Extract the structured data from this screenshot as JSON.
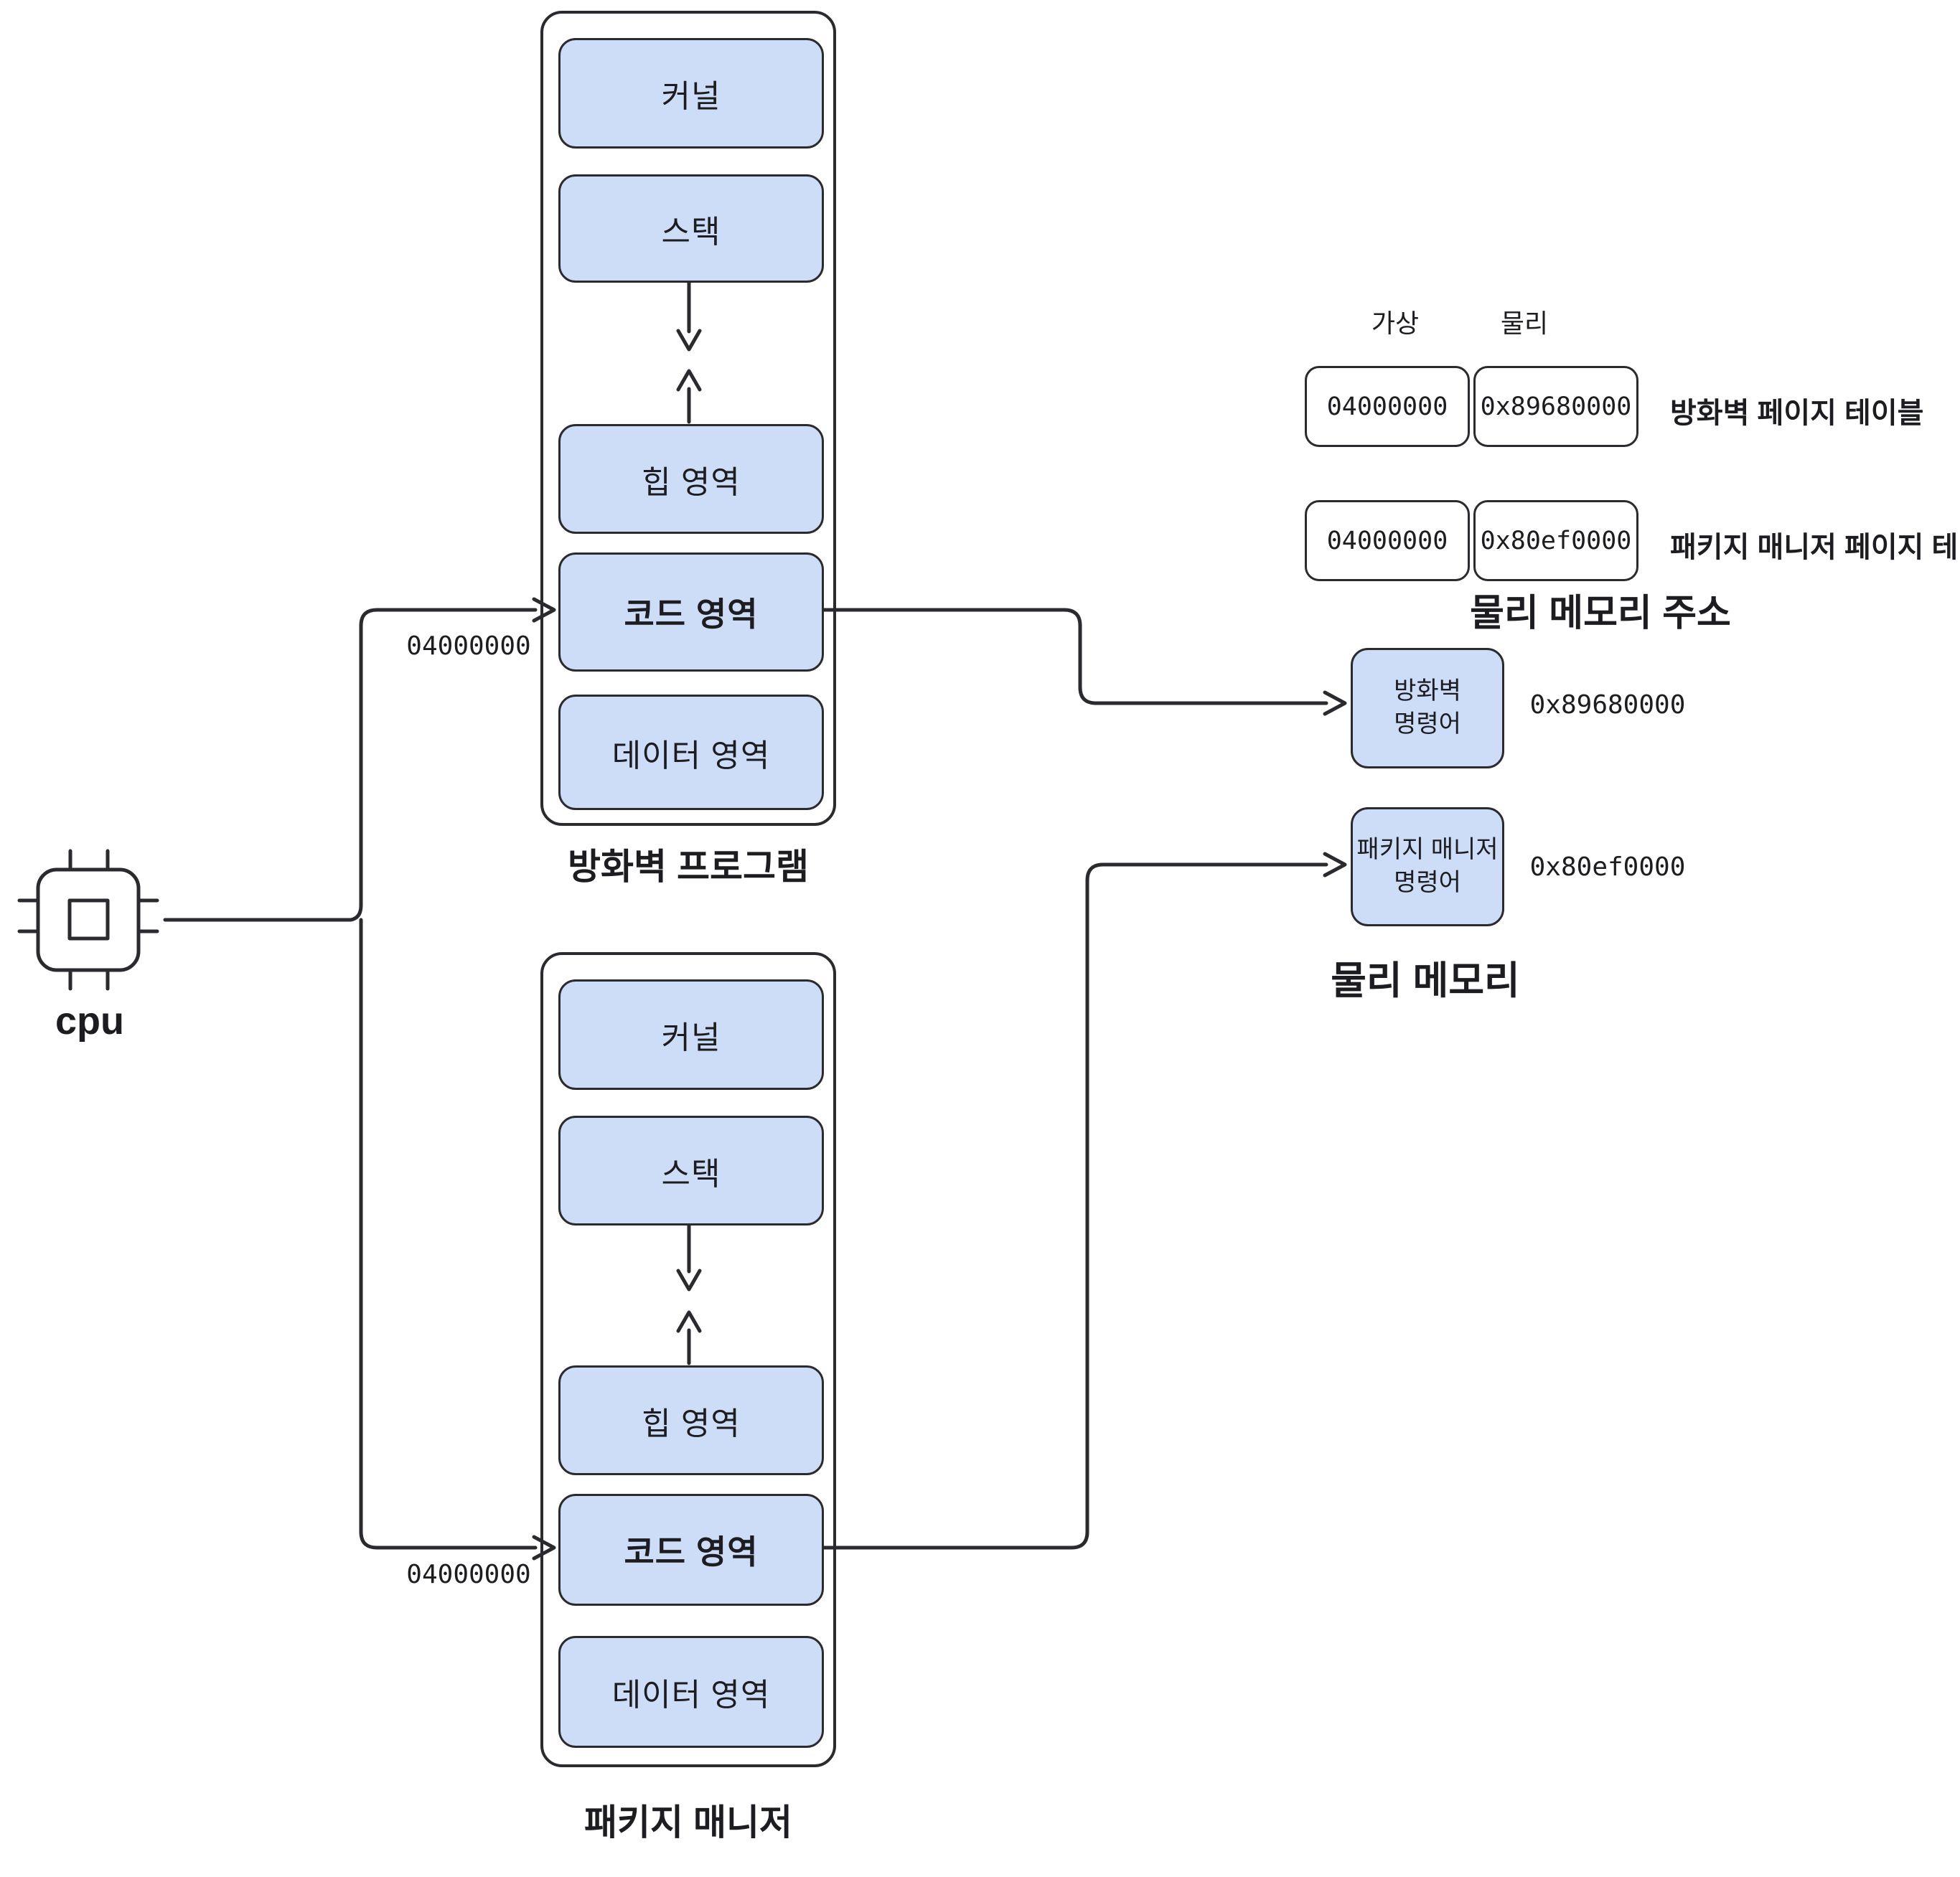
{
  "colors": {
    "background": "#ffffff",
    "box_fill": "#cdddf8",
    "stroke": "#2a2a2f",
    "text": "#1c1c21"
  },
  "cpu": {
    "label": "cpu"
  },
  "firewall_process": {
    "title": "방화벽 프로그램",
    "virtual_address": "04000000",
    "regions": {
      "kernel": "커널",
      "stack": "스택",
      "heap": "힙 영역",
      "code": "코드 영역",
      "data": "데이터 영역"
    }
  },
  "package_process": {
    "title": "패키지 매니저",
    "virtual_address": "04000000",
    "regions": {
      "kernel": "커널",
      "stack": "스택",
      "heap": "힙 영역",
      "code": "코드 영역",
      "data": "데이터 영역"
    }
  },
  "page_table": {
    "title": "물리 메모리 주소",
    "col_virtual": "가상",
    "col_physical": "물리",
    "rows": [
      {
        "virtual": "04000000",
        "physical": "0x89680000",
        "label": "방화벽 페이지 테이블"
      },
      {
        "virtual": "04000000",
        "physical": "0x80ef0000",
        "label": "패키지 매니저 페이지 테이블"
      }
    ]
  },
  "physical_memory": {
    "title": "물리 메모리",
    "blocks": [
      {
        "line1": "방화벽",
        "line2": "명령어",
        "address": "0x89680000"
      },
      {
        "line1": "패키지 매니저",
        "line2": "명령어",
        "address": "0x80ef0000"
      }
    ]
  }
}
